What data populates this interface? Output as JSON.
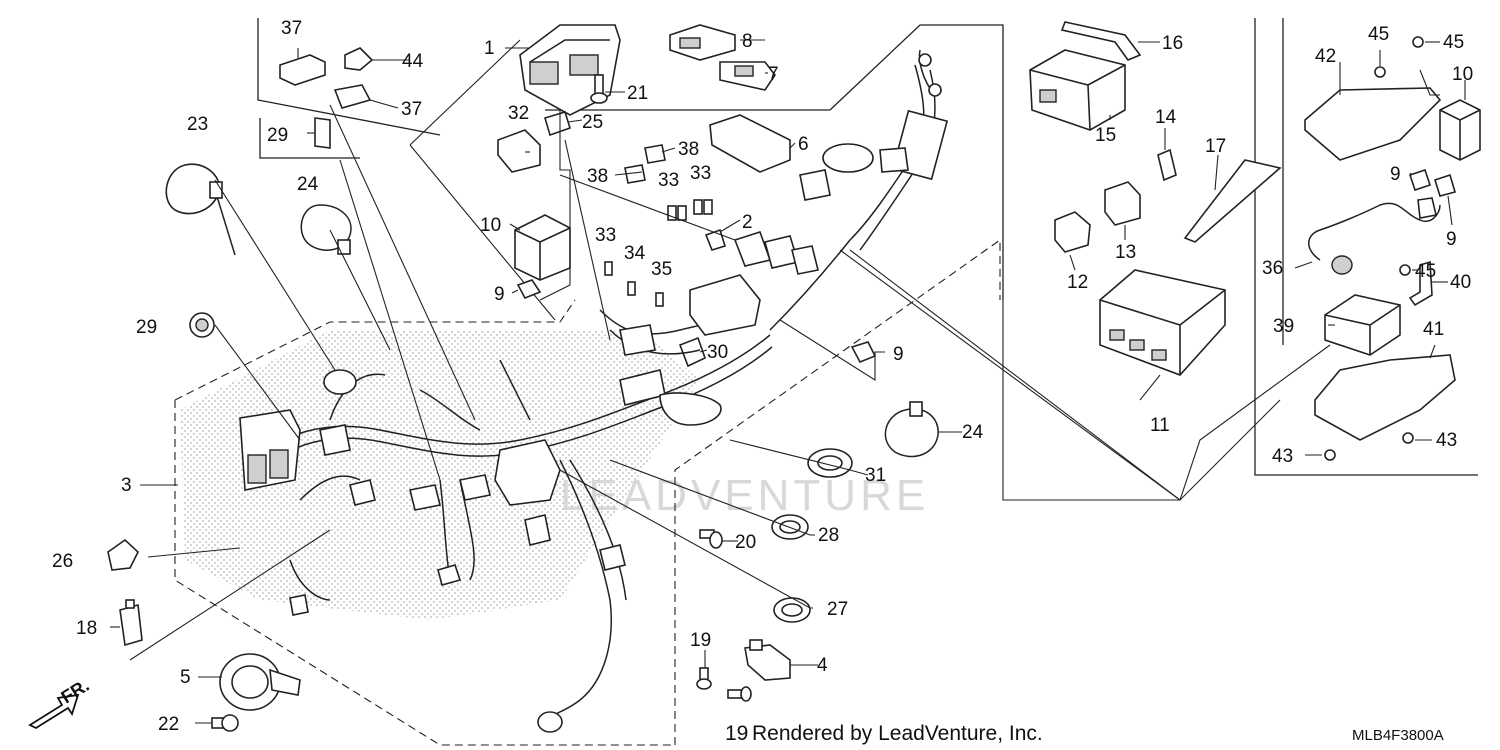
{
  "footer": {
    "rendered_by": "Rendered by LeadVenture, Inc.",
    "diagram_code": "MLB4F3800A",
    "watermark": "LEADVENTURE",
    "direction_label": "FR."
  },
  "callouts": [
    "1",
    "2",
    "3",
    "4",
    "5",
    "6",
    "7",
    "8",
    "9",
    "9",
    "9",
    "9",
    "10",
    "10",
    "11",
    "12",
    "13",
    "14",
    "15",
    "16",
    "17",
    "18",
    "19",
    "19",
    "20",
    "21",
    "22",
    "23",
    "24",
    "24",
    "25",
    "26",
    "27",
    "28",
    "29",
    "29",
    "30",
    "31",
    "32",
    "33",
    "33",
    "33",
    "34",
    "35",
    "36",
    "37",
    "37",
    "38",
    "38",
    "39",
    "40",
    "41",
    "42",
    "43",
    "43",
    "44",
    "45",
    "45",
    "45"
  ]
}
